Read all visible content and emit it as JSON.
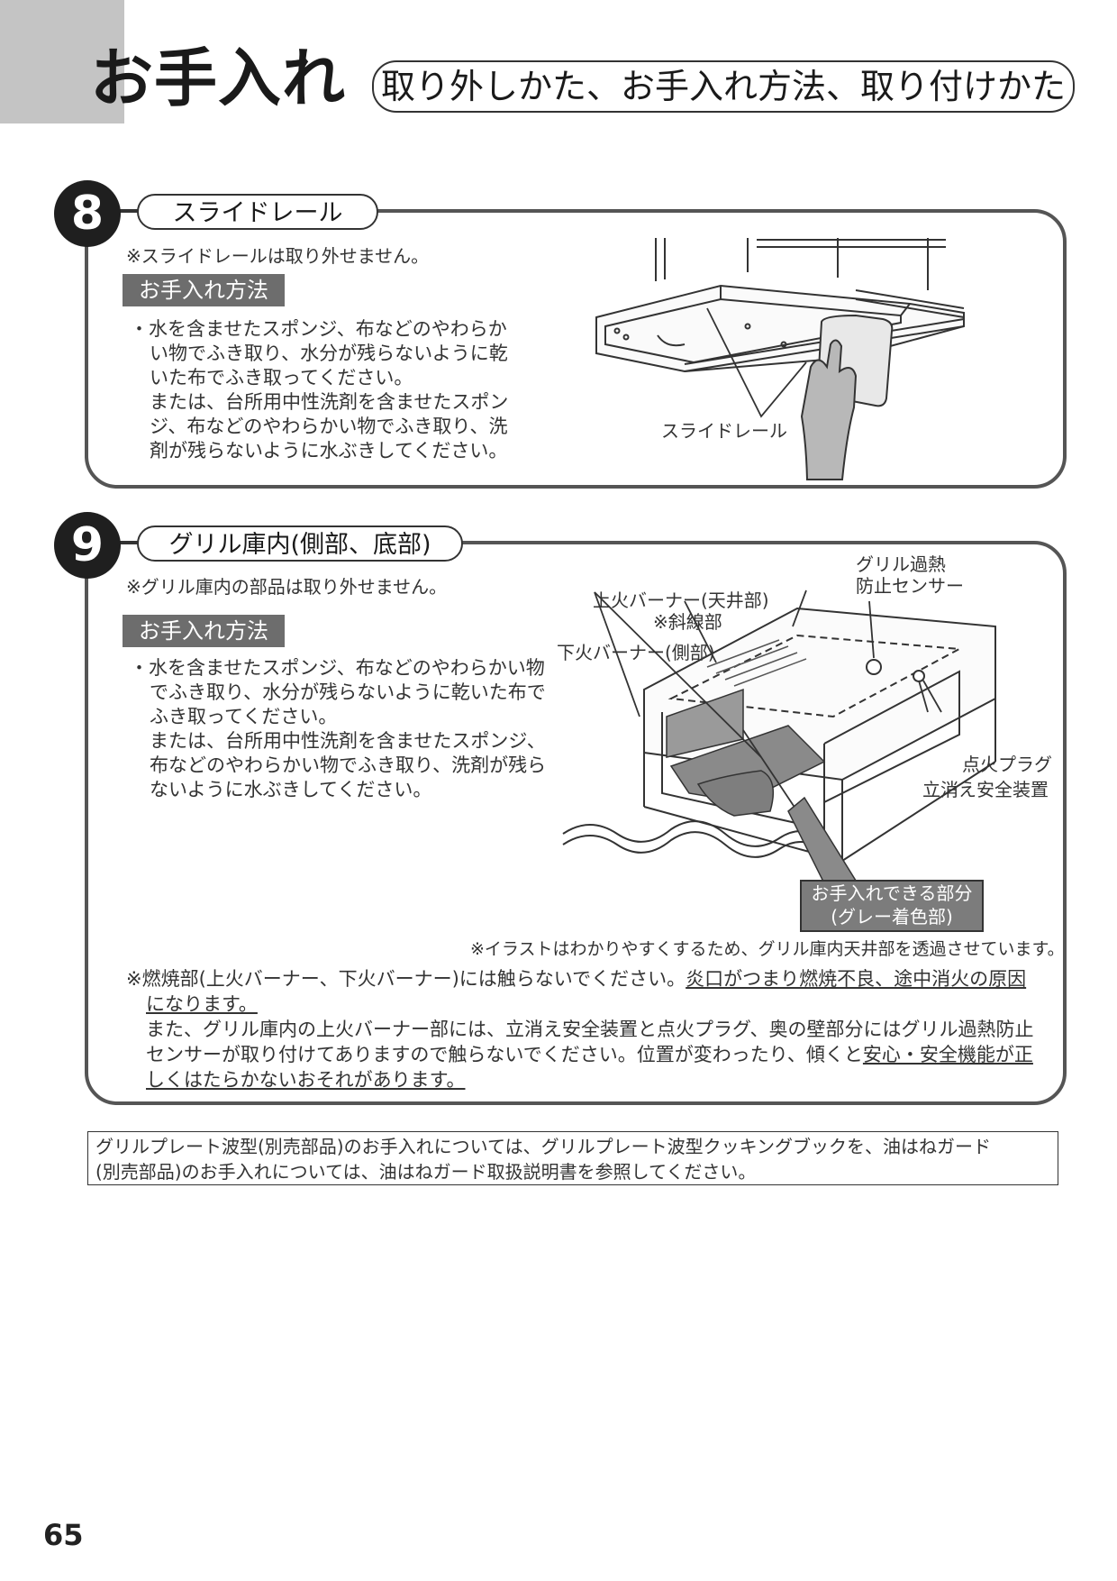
{
  "header": {
    "chapter_title": "お手入れ",
    "subtitle": "取り外しかた、お手入れ方法、取り付けかた"
  },
  "section8": {
    "number": "8",
    "title": "スライドレール",
    "note": "※スライドレールは取り外せません。",
    "method_label": "お手入れ方法",
    "bullet_lines": [
      "・水を含ませたスポンジ、布などのやわらか",
      "い物でふき取り、水分が残らないように乾",
      "いた布でふき取ってください。",
      "または、台所用中性洗剤を含ませたスポン",
      "ジ、布などのやわらかい物でふき取り、洗",
      "剤が残らないように水ぶきしてください。"
    ],
    "figure_label": "スライドレール"
  },
  "section9": {
    "number": "9",
    "title": "グリル庫内(側部、底部)",
    "note": "※グリル庫内の部品は取り外せません。",
    "method_label": "お手入れ方法",
    "bullet_lines": [
      "・水を含ませたスポンジ、布などのやわらかい物",
      "でふき取り、水分が残らないように乾いた布で",
      "ふき取ってください。",
      "または、台所用中性洗剤を含ませたスポンジ、",
      "布などのやわらかい物でふき取り、洗剤が残ら",
      "ないように水ぶきしてください。"
    ],
    "figure_labels": {
      "overheat_sensor_line1": "グリル過熱",
      "overheat_sensor_line2": "防止センサー",
      "upper_burner_line1": "上火バーナー(天井部)",
      "upper_burner_line2": "※斜線部",
      "lower_burner": "下火バーナー(側部)",
      "ignition_plug": "点火プラグ",
      "flame_safety": "立消え安全装置",
      "cleanable_line1": "お手入れできる部分",
      "cleanable_line2": "(グレー着色部)"
    },
    "figure_caption": "※イラストはわかりやすくするため、グリル庫内天井部を透過させています。",
    "warning": {
      "line1_plain": "※燃焼部(上火バーナー、下火バーナー)には触らないでください。",
      "line1_underlined": "炎口がつまり燃焼不良、途中消火の原因",
      "line2_underlined": "になります。",
      "line3": "また、グリル庫内の上火バーナー部には、立消え安全装置と点火プラグ、奥の壁部分にはグリル過熱防止",
      "line4_plain": "センサーが取り付けてありますので触らないでください。位置が変わったり、傾くと",
      "line4_underlined": "安心・安全機能が正",
      "line5_underlined": "しくはたらかないおそれがあります。"
    }
  },
  "footer_note": {
    "line1": "グリルプレート波型(別売部品)のお手入れについては、グリルプレート波型クッキングブックを、油はねガード",
    "line2": "(別売部品)のお手入れについては、油はねガード取扱説明書を参照してください。"
  },
  "page_number": "65"
}
